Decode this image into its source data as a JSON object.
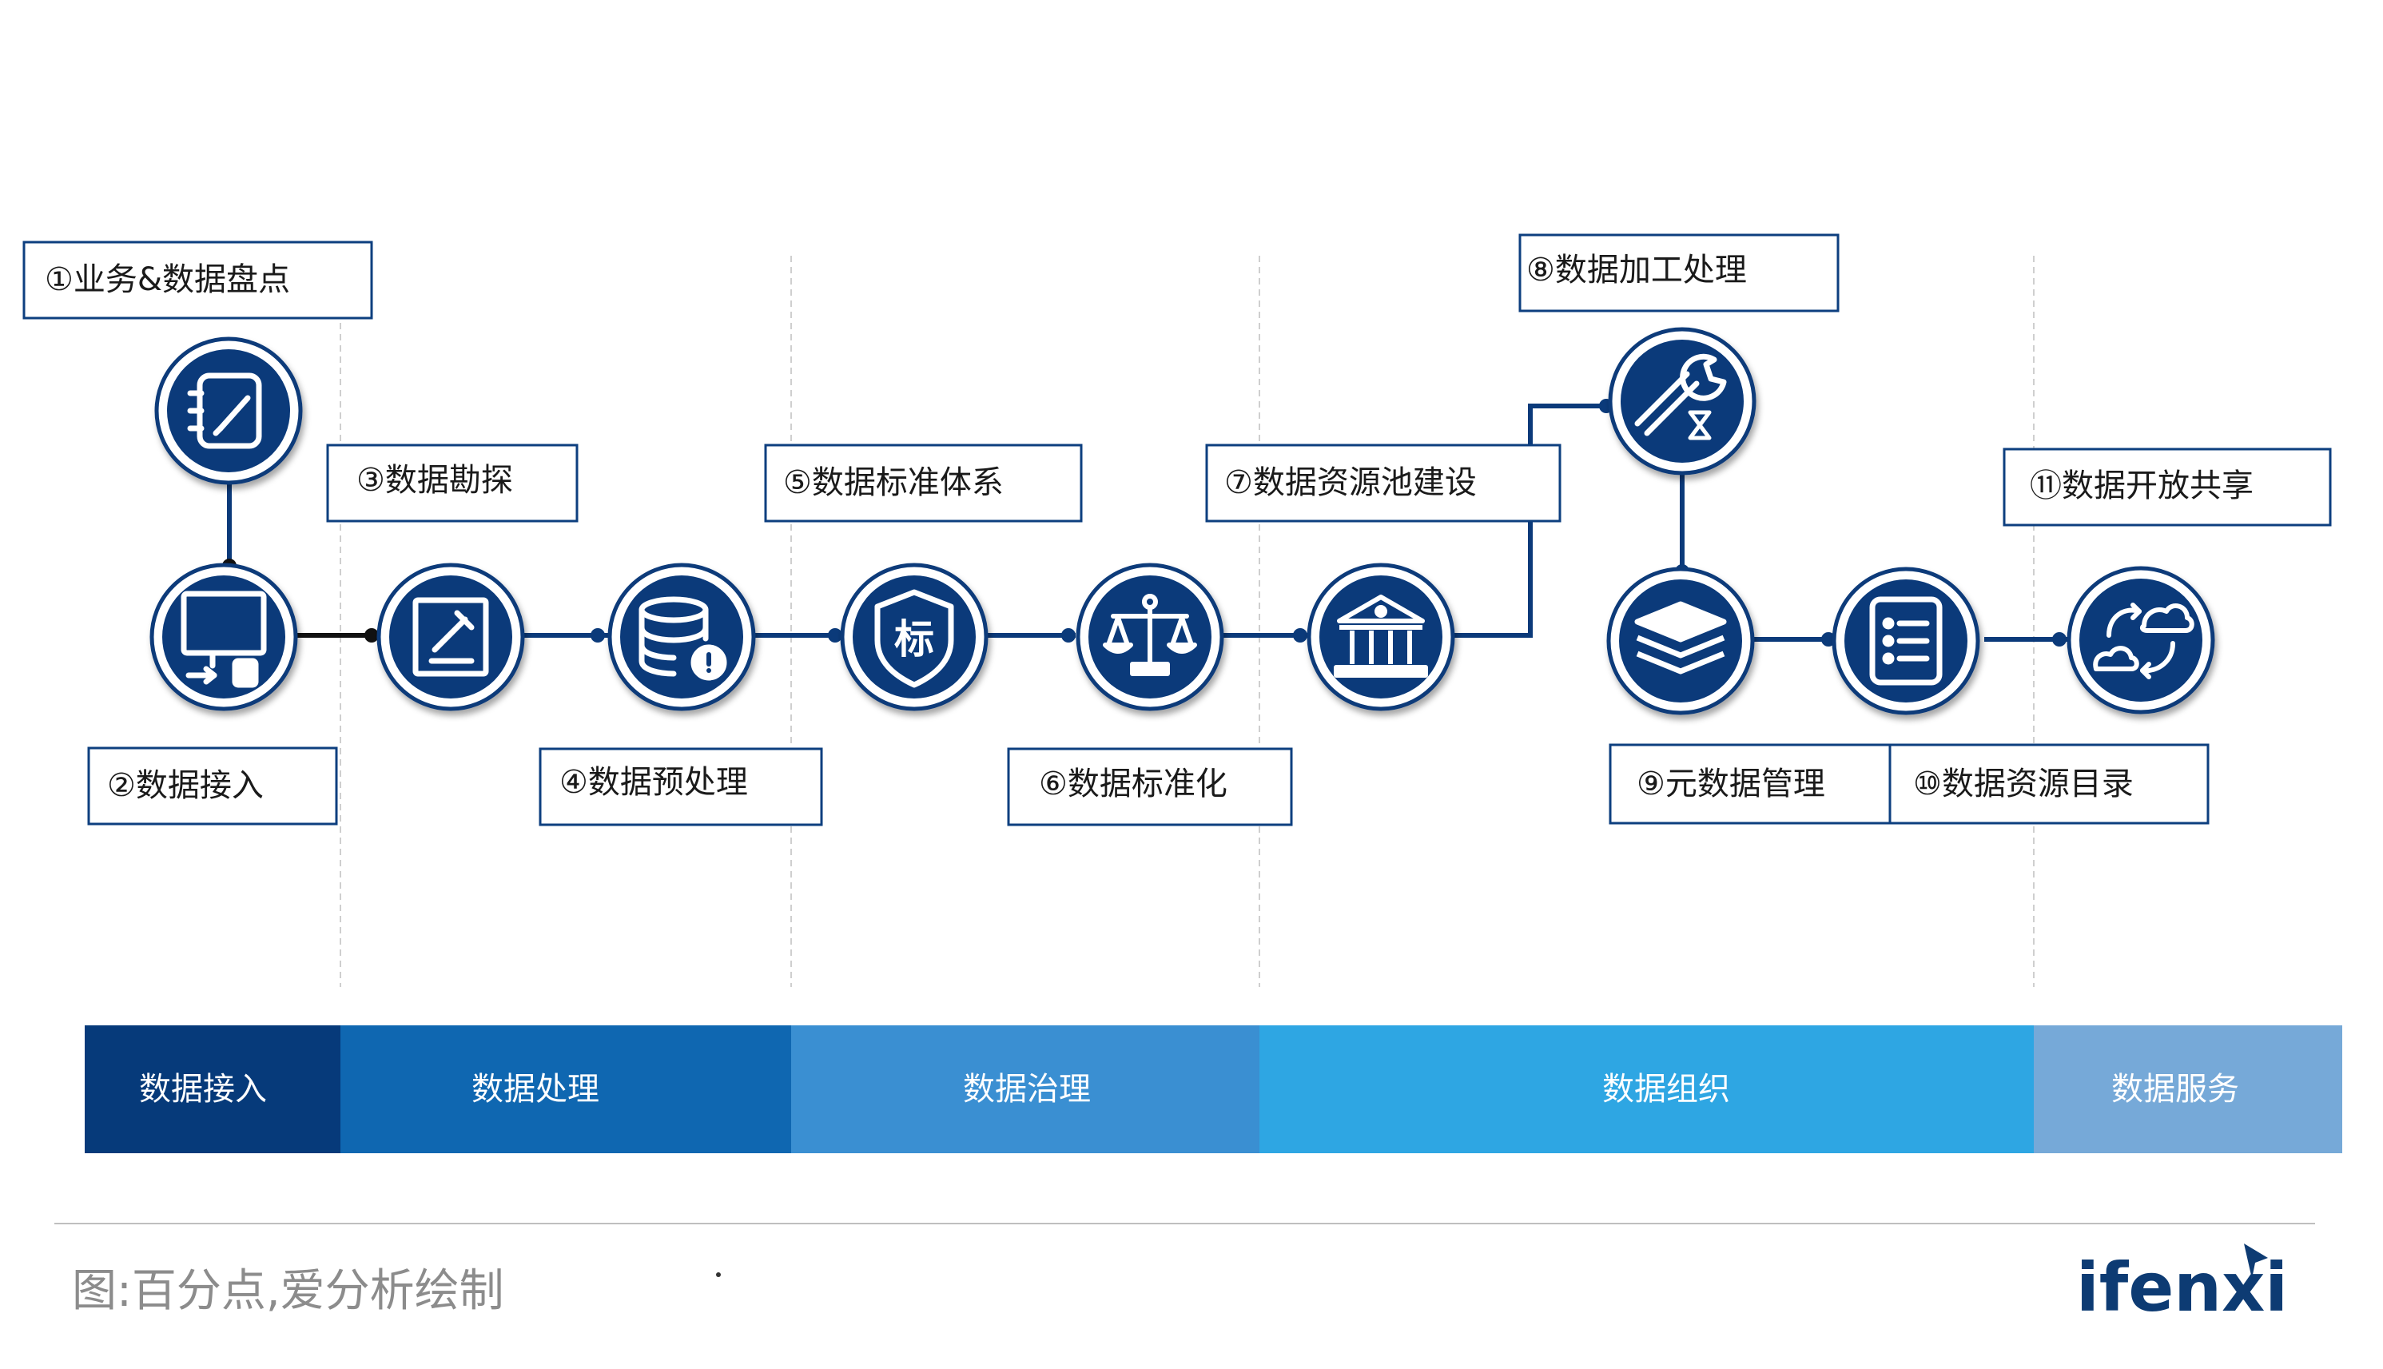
{
  "colors": {
    "navy": "#0b3a7a",
    "border": "#0d3f7f",
    "band_1": "#063a7a",
    "band_2": "#0f67b1",
    "band_3": "#3a8fd2",
    "band_4": "#2ea6e3",
    "band_5": "#76a9d8",
    "dashed": "#cfcfcf",
    "source": "#8c8c8c"
  },
  "steps": [
    {
      "label": "①业务&数据盘点",
      "icon": "notebook-pen-icon"
    },
    {
      "label": "②数据接入",
      "icon": "monitor-input-icon"
    },
    {
      "label": "③数据勘探",
      "icon": "document-edit-icon"
    },
    {
      "label": "④数据预处理",
      "icon": "database-alert-icon"
    },
    {
      "label": "⑤数据标准体系",
      "icon": "shield-badge-icon"
    },
    {
      "label": "⑥数据标准化",
      "icon": "scales-icon"
    },
    {
      "label": "⑦数据资源池建设",
      "icon": "bank-building-icon"
    },
    {
      "label": "⑧数据加工处理",
      "icon": "wrench-hourglass-icon"
    },
    {
      "label": "⑨元数据管理",
      "icon": "layers-icon"
    },
    {
      "label": "⑩数据资源目录",
      "icon": "checklist-icon"
    },
    {
      "label": "⑪数据开放共享",
      "icon": "cloud-share-icon"
    }
  ],
  "shield_char": "标",
  "stages": [
    {
      "label": "数据接入"
    },
    {
      "label": "数据处理"
    },
    {
      "label": "数据治理"
    },
    {
      "label": "数据组织"
    },
    {
      "label": "数据服务"
    }
  ],
  "footer": {
    "source": "图:百分点,爱分析绘制",
    "brand": "ifenxi"
  }
}
